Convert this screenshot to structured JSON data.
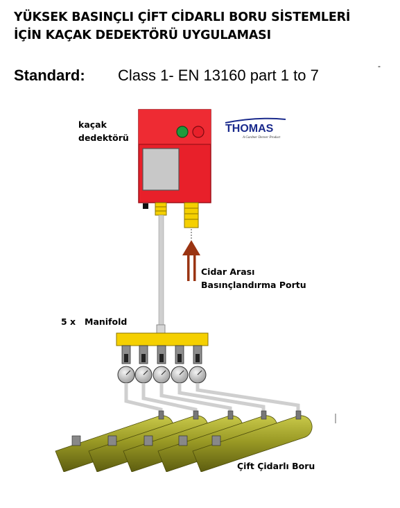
{
  "title_line1": "YÜKSEK BASINÇLI ÇİFT CİDARLI BORU SİSTEMLERİ",
  "title_line2": "İÇİN KAÇAK DEDEKTÖRÜ UYGULAMASI",
  "standard_label": "Standard:",
  "standard_value": "Class 1- EN 13160 part 1 to 7",
  "detector_label_line1": "kaçak",
  "detector_label_line2": "dedektörü",
  "logo_text": "THOMAS",
  "logo_tagline": "A Gardner Denver Product",
  "port_label_line1": "Cidar Arası",
  "port_label_line2": "Basınçlandırma Portu",
  "manifold_count": "5 x",
  "manifold_label": "Manifold",
  "pipe_label": "Çift Çidarlı Boru",
  "colors": {
    "detector_red": "#e8202a",
    "fitting_yellow": "#f5d000",
    "arrow_brown": "#9a3412",
    "pipe_olive": "#8f8f1e",
    "logo_blue": "#1a2a8c"
  }
}
